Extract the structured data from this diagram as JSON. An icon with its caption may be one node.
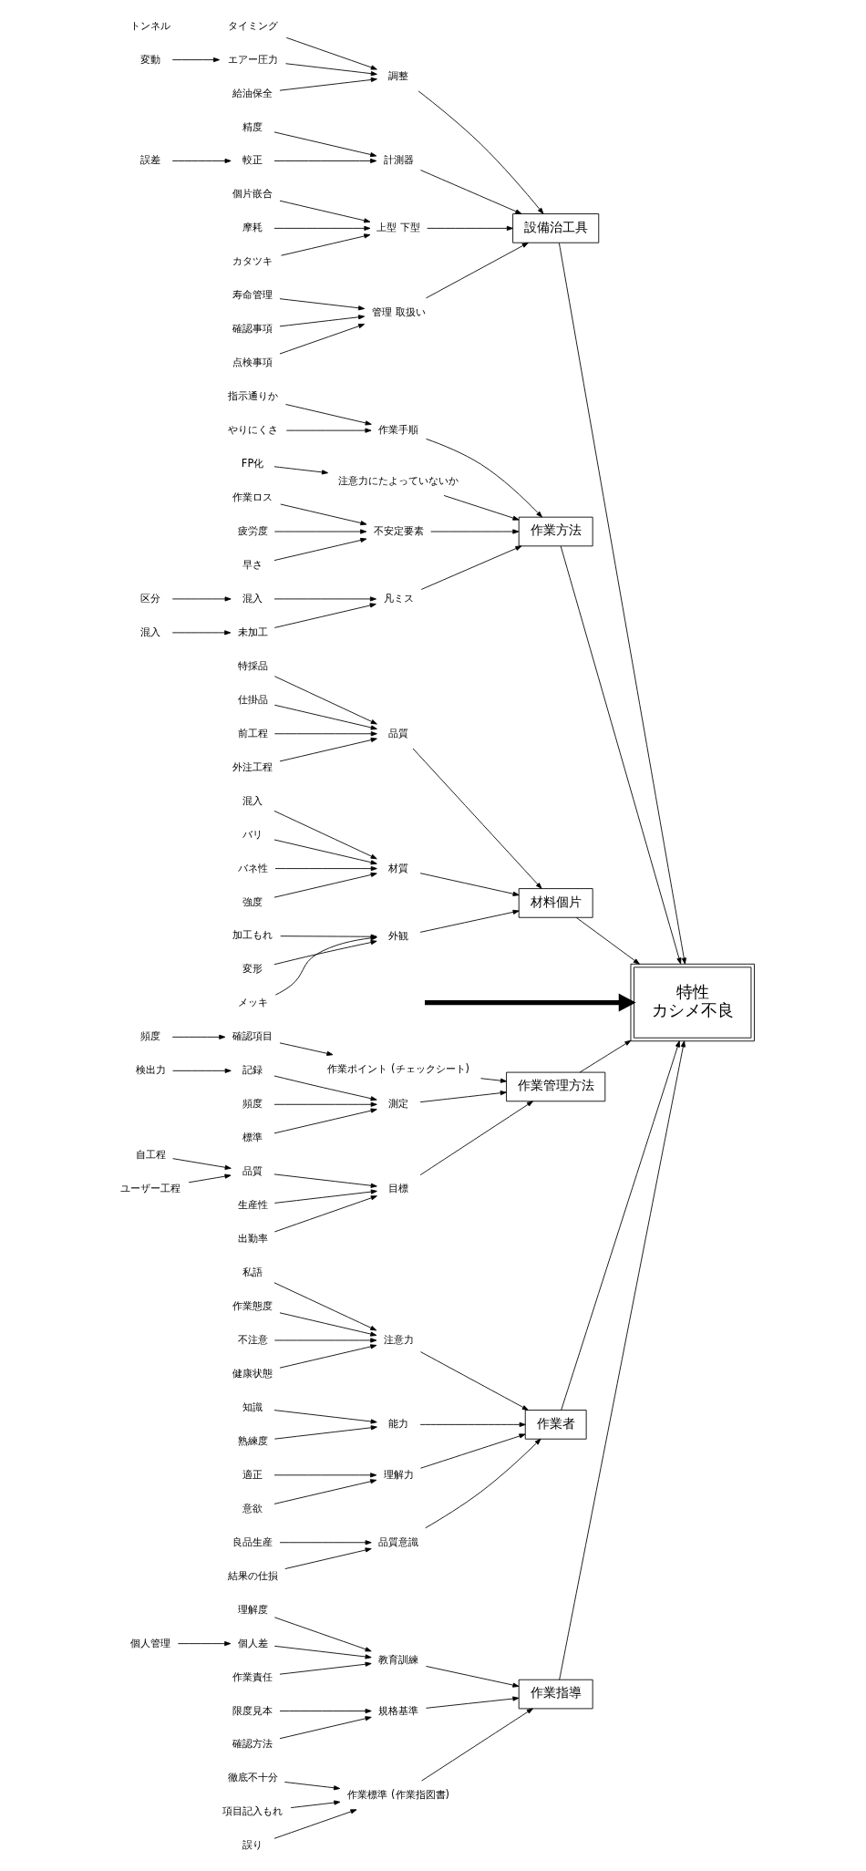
{
  "diagram": {
    "nodes": [
      {
        "text": [
          "特性",
          "カシメ不良"
        ]
      },
      {
        "text": [
          "設備治工具"
        ]
      },
      {
        "text": [
          "作業方法"
        ]
      },
      {
        "text": [
          "材料個片"
        ]
      },
      {
        "text": [
          "作業管理方法"
        ]
      },
      {
        "text": [
          "作業者"
        ]
      },
      {
        "text": [
          "作業指導"
        ]
      },
      {
        "text": [
          "調整"
        ]
      },
      {
        "text": [
          "タイミング"
        ]
      },
      {
        "text": [
          "エアー圧力"
        ]
      },
      {
        "text": [
          "変動"
        ]
      },
      {
        "text": [
          "給油保全"
        ]
      },
      {
        "text": [
          "計測器"
        ]
      },
      {
        "text": [
          "精度"
        ]
      },
      {
        "text": [
          "較正"
        ]
      },
      {
        "text": [
          "誤差"
        ]
      },
      {
        "text": [
          "上型 下型"
        ]
      },
      {
        "text": [
          "個片嵌合"
        ]
      },
      {
        "text": [
          "摩耗"
        ]
      },
      {
        "text": [
          "カタツキ"
        ]
      },
      {
        "text": [
          "管理 取扱い"
        ]
      },
      {
        "text": [
          "寿命管理"
        ]
      },
      {
        "text": [
          "確認事項"
        ]
      },
      {
        "text": [
          "点検事項"
        ]
      },
      {
        "text": [
          "作業手順"
        ]
      },
      {
        "text": [
          "指示通りか"
        ]
      },
      {
        "text": [
          "やりにくさ"
        ]
      },
      {
        "text": [
          "注意力にたよっていないか"
        ]
      },
      {
        "text": [
          "FP化"
        ]
      },
      {
        "text": [
          "不安定要素"
        ]
      },
      {
        "text": [
          "作業ロス"
        ]
      },
      {
        "text": [
          "疲労度"
        ]
      },
      {
        "text": [
          "早さ"
        ]
      },
      {
        "text": [
          "凡ミス"
        ]
      },
      {
        "text": [
          "混入"
        ]
      },
      {
        "text": [
          "区分"
        ]
      },
      {
        "text": [
          "未加工"
        ]
      },
      {
        "text": [
          "混入"
        ]
      },
      {
        "text": [
          "品質"
        ]
      },
      {
        "text": [
          "特採品"
        ]
      },
      {
        "text": [
          "仕掛品"
        ]
      },
      {
        "text": [
          "前工程"
        ]
      },
      {
        "text": [
          "外注工程"
        ]
      },
      {
        "text": [
          "材質"
        ]
      },
      {
        "text": [
          "混入"
        ]
      },
      {
        "text": [
          "バリ"
        ]
      },
      {
        "text": [
          "バネ性"
        ]
      },
      {
        "text": [
          "強度"
        ]
      },
      {
        "text": [
          "外観"
        ]
      },
      {
        "text": [
          "加工もれ"
        ]
      },
      {
        "text": [
          "変形"
        ]
      },
      {
        "text": [
          "メッキ"
        ]
      },
      {
        "text": [
          "作業ポイント (チェックシート)"
        ]
      },
      {
        "text": [
          "確認項目"
        ]
      },
      {
        "text": [
          "頻度"
        ]
      },
      {
        "text": [
          "測定"
        ]
      },
      {
        "text": [
          "記録"
        ]
      },
      {
        "text": [
          "検出力"
        ]
      },
      {
        "text": [
          "頻度"
        ]
      },
      {
        "text": [
          "標準"
        ]
      },
      {
        "text": [
          "目標"
        ]
      },
      {
        "text": [
          "品質"
        ]
      },
      {
        "text": [
          "自工程"
        ]
      },
      {
        "text": [
          "ユーザー工程"
        ]
      },
      {
        "text": [
          "生産性"
        ]
      },
      {
        "text": [
          "出勤率"
        ]
      },
      {
        "text": [
          "注意力"
        ]
      },
      {
        "text": [
          "私語"
        ]
      },
      {
        "text": [
          "作業態度"
        ]
      },
      {
        "text": [
          "不注意"
        ]
      },
      {
        "text": [
          "健康状態"
        ]
      },
      {
        "text": [
          "能力"
        ]
      },
      {
        "text": [
          "知識"
        ]
      },
      {
        "text": [
          "熟練度"
        ]
      },
      {
        "text": [
          "理解力"
        ]
      },
      {
        "text": [
          "適正"
        ]
      },
      {
        "text": [
          "意欲"
        ]
      },
      {
        "text": [
          "品質意識"
        ]
      },
      {
        "text": [
          "良品生産"
        ]
      },
      {
        "text": [
          "結果の仕損"
        ]
      },
      {
        "text": [
          "教育訓練"
        ]
      },
      {
        "text": [
          "理解度"
        ]
      },
      {
        "text": [
          "個人差"
        ]
      },
      {
        "text": [
          "個人管理"
        ]
      },
      {
        "text": [
          "作業責任"
        ]
      },
      {
        "text": [
          "規格基準"
        ]
      },
      {
        "text": [
          "限度見本"
        ]
      },
      {
        "text": [
          "確認方法"
        ]
      },
      {
        "text": [
          "作業標準 (作業指図書)"
        ]
      },
      {
        "text": [
          "徹底不十分"
        ]
      },
      {
        "text": [
          "項目記入もれ"
        ]
      },
      {
        "text": [
          "誤り"
        ]
      }
    ],
    "edges": [
      {
        "from": null,
        "to": 0,
        "arrow": "to",
        "style": "thick"
      },
      {
        "from": 1,
        "to": 0,
        "arrow": "to"
      },
      {
        "from": 2,
        "to": 0,
        "arrow": "to"
      },
      {
        "from": 3,
        "to": 0,
        "arrow": "to"
      },
      {
        "from": 4,
        "to": 0,
        "arrow": "to"
      },
      {
        "from": 5,
        "to": 0,
        "arrow": "to"
      },
      {
        "from": 6,
        "to": 0,
        "arrow": "to"
      },
      {
        "from": 7,
        "to": 1,
        "arrow": "to"
      },
      {
        "from": 8,
        "to": 7,
        "arrow": "to"
      },
      {
        "from": 9,
        "to": 7,
        "arrow": "to"
      },
      {
        "from": 10,
        "to": 9,
        "arrow": "to"
      },
      {
        "from": 11,
        "to": 7,
        "arrow": "to"
      },
      {
        "from": 12,
        "to": 1,
        "arrow": "to"
      },
      {
        "from": 13,
        "to": 12,
        "arrow": "to"
      },
      {
        "from": 14,
        "to": 12,
        "arrow": "to"
      },
      {
        "from": 15,
        "to": 14,
        "arrow": "to"
      },
      {
        "from": 16,
        "to": 1,
        "arrow": "to"
      },
      {
        "from": 17,
        "to": 16,
        "arrow": "to"
      },
      {
        "from": 18,
        "to": 16,
        "arrow": "to"
      },
      {
        "from": 19,
        "to": 16,
        "arrow": "to"
      },
      {
        "from": 20,
        "to": 1,
        "arrow": "to"
      },
      {
        "from": 21,
        "to": 20,
        "arrow": "to"
      },
      {
        "from": 22,
        "to": 20,
        "arrow": "to"
      },
      {
        "from": 23,
        "to": 20,
        "arrow": "to"
      },
      {
        "from": 24,
        "to": 2,
        "arrow": "to"
      },
      {
        "from": 25,
        "to": 24,
        "arrow": "to"
      },
      {
        "from": 26,
        "to": 24,
        "arrow": "to"
      },
      {
        "from": 27,
        "to": 2,
        "arrow": "to"
      },
      {
        "from": 28,
        "to": 27,
        "arrow": "to"
      },
      {
        "from": 29,
        "to": 2,
        "arrow": "to"
      },
      {
        "from": 30,
        "to": 29,
        "arrow": "to"
      },
      {
        "from": 31,
        "to": 29,
        "arrow": "to"
      },
      {
        "from": 32,
        "to": 29,
        "arrow": "to"
      },
      {
        "from": 33,
        "to": 2,
        "arrow": "to"
      },
      {
        "from": 34,
        "to": 33,
        "arrow": "to"
      },
      {
        "from": 35,
        "to": 34,
        "arrow": "to"
      },
      {
        "from": 36,
        "to": 33,
        "arrow": "to"
      },
      {
        "from": 37,
        "to": 36,
        "arrow": "to"
      },
      {
        "from": 38,
        "to": 3,
        "arrow": "to"
      },
      {
        "from": 39,
        "to": 38,
        "arrow": "to"
      },
      {
        "from": 40,
        "to": 38,
        "arrow": "to"
      },
      {
        "from": 41,
        "to": 38,
        "arrow": "to"
      },
      {
        "from": 42,
        "to": 38,
        "arrow": "to"
      },
      {
        "from": 43,
        "to": 3,
        "arrow": "to"
      },
      {
        "from": 44,
        "to": 43,
        "arrow": "to"
      },
      {
        "from": 45,
        "to": 43,
        "arrow": "to"
      },
      {
        "from": 46,
        "to": 43,
        "arrow": "to"
      },
      {
        "from": 47,
        "to": 43,
        "arrow": "to"
      },
      {
        "from": 48,
        "to": 3,
        "arrow": "to"
      },
      {
        "from": 49,
        "to": 48,
        "arrow": "to"
      },
      {
        "from": 50,
        "to": 48,
        "arrow": "to"
      },
      {
        "from": 51,
        "to": 48,
        "arrow": "to"
      },
      {
        "from": 52,
        "to": 4,
        "arrow": "to"
      },
      {
        "from": 53,
        "to": 52,
        "arrow": "to"
      },
      {
        "from": 54,
        "to": 53,
        "arrow": "to"
      },
      {
        "from": 55,
        "to": 4,
        "arrow": "to"
      },
      {
        "from": 56,
        "to": 55,
        "arrow": "to"
      },
      {
        "from": 57,
        "to": 56,
        "arrow": "to"
      },
      {
        "from": 58,
        "to": 55,
        "arrow": "to"
      },
      {
        "from": 59,
        "to": 55,
        "arrow": "to"
      },
      {
        "from": 60,
        "to": 4,
        "arrow": "to"
      },
      {
        "from": 61,
        "to": 60,
        "arrow": "to"
      },
      {
        "from": 62,
        "to": 61,
        "arrow": "to"
      },
      {
        "from": 63,
        "to": 61,
        "arrow": "to"
      },
      {
        "from": 64,
        "to": 60,
        "arrow": "to"
      },
      {
        "from": 65,
        "to": 60,
        "arrow": "to"
      },
      {
        "from": 66,
        "to": 5,
        "arrow": "to"
      },
      {
        "from": 67,
        "to": 66,
        "arrow": "to"
      },
      {
        "from": 68,
        "to": 66,
        "arrow": "to"
      },
      {
        "from": 69,
        "to": 66,
        "arrow": "to"
      },
      {
        "from": 70,
        "to": 66,
        "arrow": "to"
      },
      {
        "from": 71,
        "to": 5,
        "arrow": "to"
      },
      {
        "from": 72,
        "to": 71,
        "arrow": "to"
      },
      {
        "from": 73,
        "to": 71,
        "arrow": "to"
      },
      {
        "from": 74,
        "to": 5,
        "arrow": "to"
      },
      {
        "from": 75,
        "to": 74,
        "arrow": "to"
      },
      {
        "from": 76,
        "to": 74,
        "arrow": "to"
      },
      {
        "from": 77,
        "to": 5,
        "arrow": "to"
      },
      {
        "from": 78,
        "to": 77,
        "arrow": "to"
      },
      {
        "from": 79,
        "to": 77,
        "arrow": "to"
      },
      {
        "from": 80,
        "to": 6,
        "arrow": "to"
      },
      {
        "from": 81,
        "to": 80,
        "arrow": "to"
      },
      {
        "from": 82,
        "to": 80,
        "arrow": "to"
      },
      {
        "from": 83,
        "to": 82,
        "arrow": "to"
      },
      {
        "from": 84,
        "to": 80,
        "arrow": "to"
      },
      {
        "from": 85,
        "to": 6,
        "arrow": "to"
      },
      {
        "from": 86,
        "to": 85,
        "arrow": "to"
      },
      {
        "from": 87,
        "to": 85,
        "arrow": "to"
      },
      {
        "from": 88,
        "to": 6,
        "arrow": "to"
      },
      {
        "from": 89,
        "to": 88,
        "arrow": "to"
      },
      {
        "from": 90,
        "to": 88,
        "arrow": "to"
      },
      {
        "from": 91,
        "to": 88,
        "arrow": "to"
      }
    ],
    "labels": [
      "トンネル"
    ]
  }
}
